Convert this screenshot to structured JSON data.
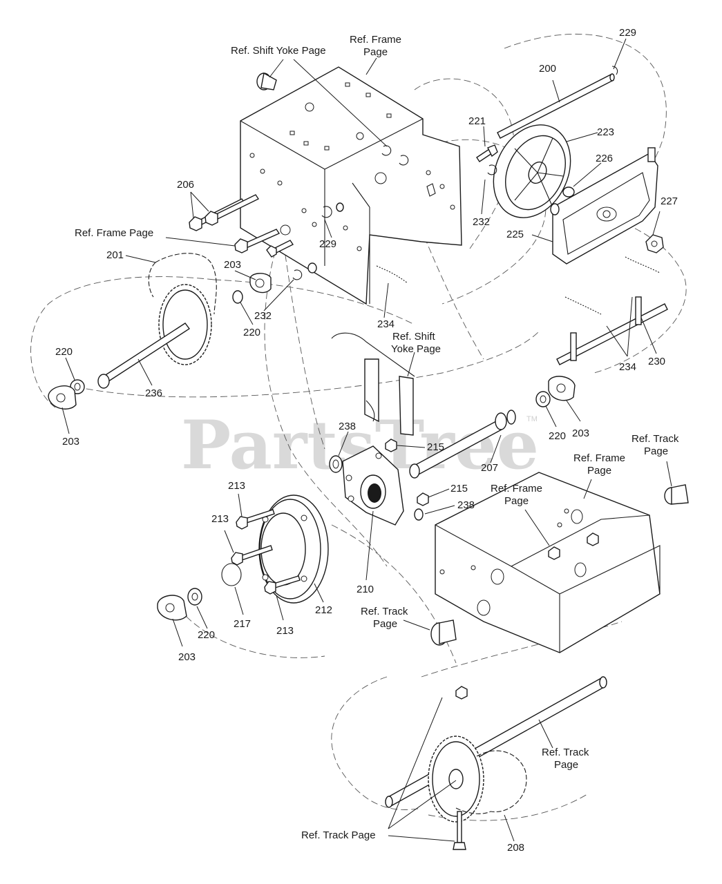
{
  "watermark": {
    "text": "PartsTree",
    "trademark": "TM"
  },
  "callouts": {
    "ref_shift_yoke_top": "Ref. Shift Yoke Page",
    "ref_frame_top_1": "Ref. Frame",
    "ref_frame_top_2": "Page",
    "n229_top": "229",
    "n200": "200",
    "n221": "221",
    "n223": "223",
    "n226": "226",
    "n227": "227",
    "n225": "225",
    "n232_right": "232",
    "n206": "206",
    "ref_frame_left": "Ref. Frame Page",
    "n201": "201",
    "n203_mid": "203",
    "n229_mid": "229",
    "n220_mid": "220",
    "n232_left": "232",
    "n234_left": "234",
    "n234_right": "234",
    "n230": "230",
    "n220_left": "220",
    "n236": "236",
    "n203_left": "203",
    "ref_shift_yoke_mid_1": "Ref. Shift",
    "ref_shift_yoke_mid_2": "Yoke Page",
    "n238_top": "238",
    "n215_top": "215",
    "n207": "207",
    "n220_right": "220",
    "n203_right": "203",
    "ref_track_top_1": "Ref. Track",
    "ref_track_top_2": "Page",
    "ref_frame_mid_1": "Ref. Frame",
    "ref_frame_mid_2": "Page",
    "ref_frame_small_1": "Ref. Frame",
    "ref_frame_small_2": "Page",
    "n215_bottom": "215",
    "n238_bottom": "238",
    "n213_a": "213",
    "n213_b": "213",
    "n213_c": "213",
    "n210": "210",
    "n212": "212",
    "n217": "217",
    "n220_bottom": "220",
    "n203_bottom": "203",
    "ref_track_mid_1": "Ref. Track",
    "ref_track_mid_2": "Page",
    "ref_track_right_1": "Ref. Track",
    "ref_track_right_2": "Page",
    "ref_track_bottom": "Ref. Track Page",
    "n208": "208"
  }
}
